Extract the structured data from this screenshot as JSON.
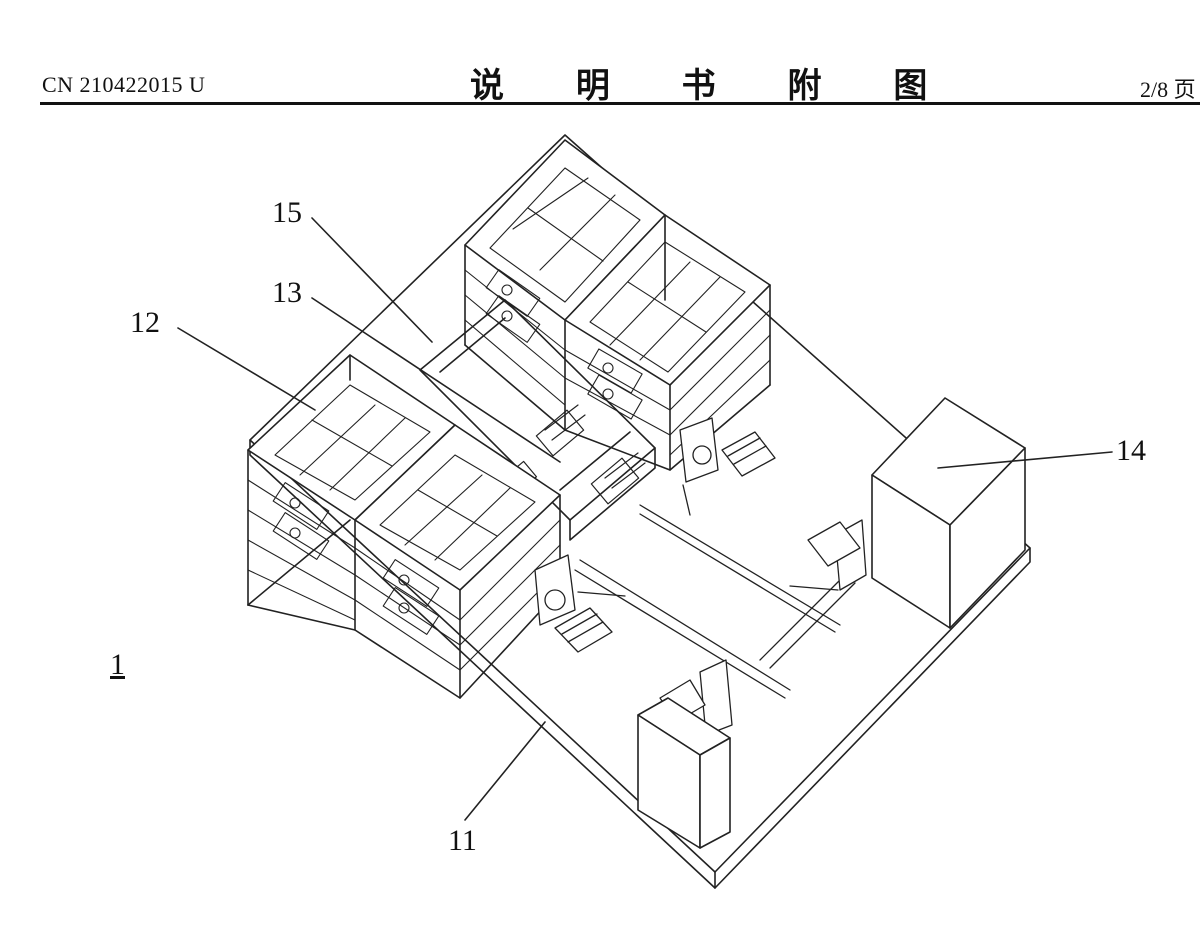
{
  "header": {
    "doc_number": "CN 210422015 U",
    "title": "说 明 书 附 图",
    "page": "2/8 页"
  },
  "figure": {
    "label": "1",
    "references": {
      "r15": "15",
      "r13": "13",
      "r12": "12",
      "r14": "14",
      "r11": "11"
    }
  }
}
